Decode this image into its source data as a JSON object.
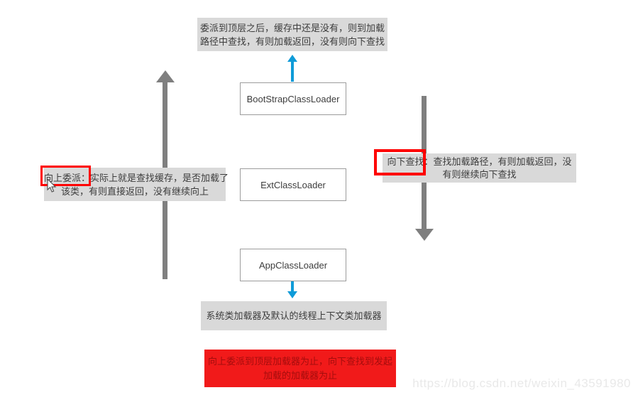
{
  "colors": {
    "gray_box": "#d9d9d9",
    "arrow_gray": "#7f7f7f",
    "arrow_blue": "#0e9bd8",
    "highlight_red": "#fe0000",
    "conclusion_bg": "#f11a1a",
    "conclusion_text": "#a50d0d",
    "box_border": "#9c9c9c",
    "text_dark": "#3d3d3d",
    "watermark": "#e9e9e9"
  },
  "diagram": {
    "top_note": "委派到顶层之后，缓存中还是没有，则到加载\n路径中查找，有则加载返回，没有则向下查找",
    "loaders": [
      "BootStrapClassLoader",
      "ExtClassLoader",
      "AppClassLoader"
    ],
    "left_annotation": {
      "label": "向上委派：",
      "text": "实际上就是查找缓存，是否加载了\n该类，有则直接返回，没有继续向上"
    },
    "right_annotation": {
      "label": "向下查找",
      "text": "：查找加载路径，有则加载返回，没\n有则继续向下查找"
    },
    "bottom_note": "系统类加载器及默认的线程上下文类加载器",
    "conclusion": "向上委派到顶层加载器为止，向下查找到发起\n加载的加载器为止",
    "watermark": "https://blog.csdn.net/weixin_43591980"
  }
}
